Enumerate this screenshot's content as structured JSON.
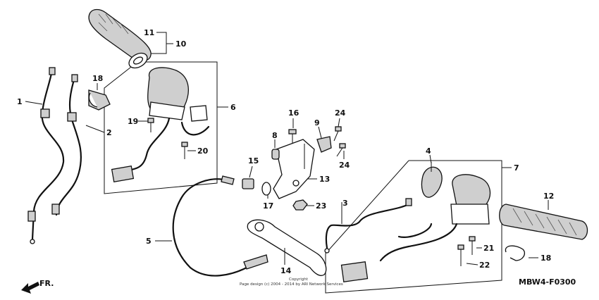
{
  "callouts": [
    {
      "id": "c1",
      "text": "1"
    },
    {
      "id": "c2",
      "text": "2"
    },
    {
      "id": "c3",
      "text": "3"
    },
    {
      "id": "c4",
      "text": "4"
    },
    {
      "id": "c5",
      "text": "5"
    },
    {
      "id": "c6",
      "text": "6"
    },
    {
      "id": "c7",
      "text": "7"
    },
    {
      "id": "c8",
      "text": "8"
    },
    {
      "id": "c9",
      "text": "9"
    },
    {
      "id": "c10",
      "text": "10"
    },
    {
      "id": "c11",
      "text": "11"
    },
    {
      "id": "c12",
      "text": "12"
    },
    {
      "id": "c13",
      "text": "13"
    },
    {
      "id": "c14",
      "text": "14"
    },
    {
      "id": "c15",
      "text": "15"
    },
    {
      "id": "c16",
      "text": "16"
    },
    {
      "id": "c17",
      "text": "17"
    },
    {
      "id": "c18a",
      "text": "18"
    },
    {
      "id": "c18b",
      "text": "18"
    },
    {
      "id": "c19",
      "text": "19"
    },
    {
      "id": "c20",
      "text": "20"
    },
    {
      "id": "c21",
      "text": "21"
    },
    {
      "id": "c22",
      "text": "22"
    },
    {
      "id": "c23",
      "text": "23"
    },
    {
      "id": "c24a",
      "text": "24"
    },
    {
      "id": "c24b",
      "text": "24"
    }
  ],
  "direction_label": "FR.",
  "diagram_code": "MBW4-F0300",
  "copyright_line1": "Copyright",
  "copyright_line2": "Page design (c) 2004 - 2014 by ARI Network Services"
}
